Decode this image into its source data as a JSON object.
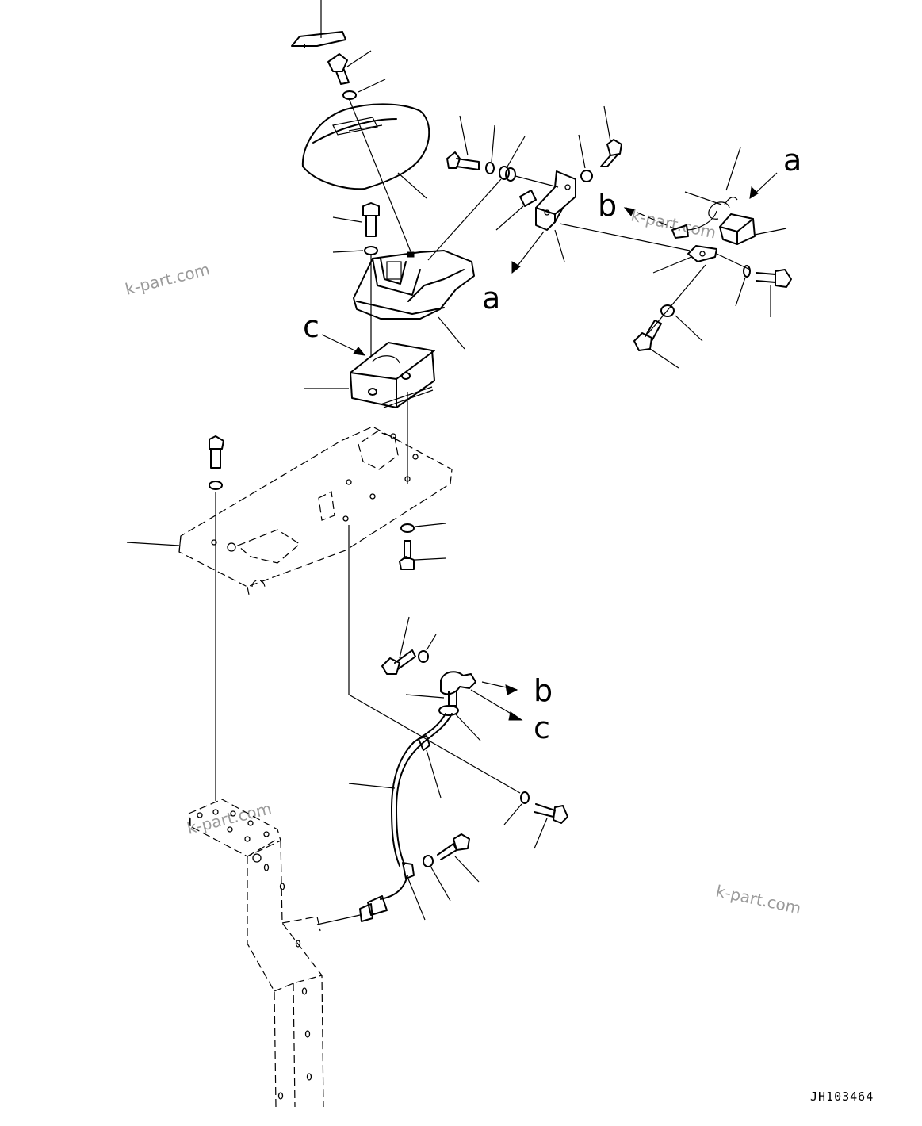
{
  "callouts": {
    "a_top": "a",
    "a_mid": "a",
    "b_top": "b",
    "b_bottom": "b",
    "c_top": "c",
    "c_bottom": "c"
  },
  "watermarks": [
    "k-part.com",
    "k-part.com",
    "k-part.com",
    "k-part.com"
  ],
  "drawing_code": "JH103464"
}
